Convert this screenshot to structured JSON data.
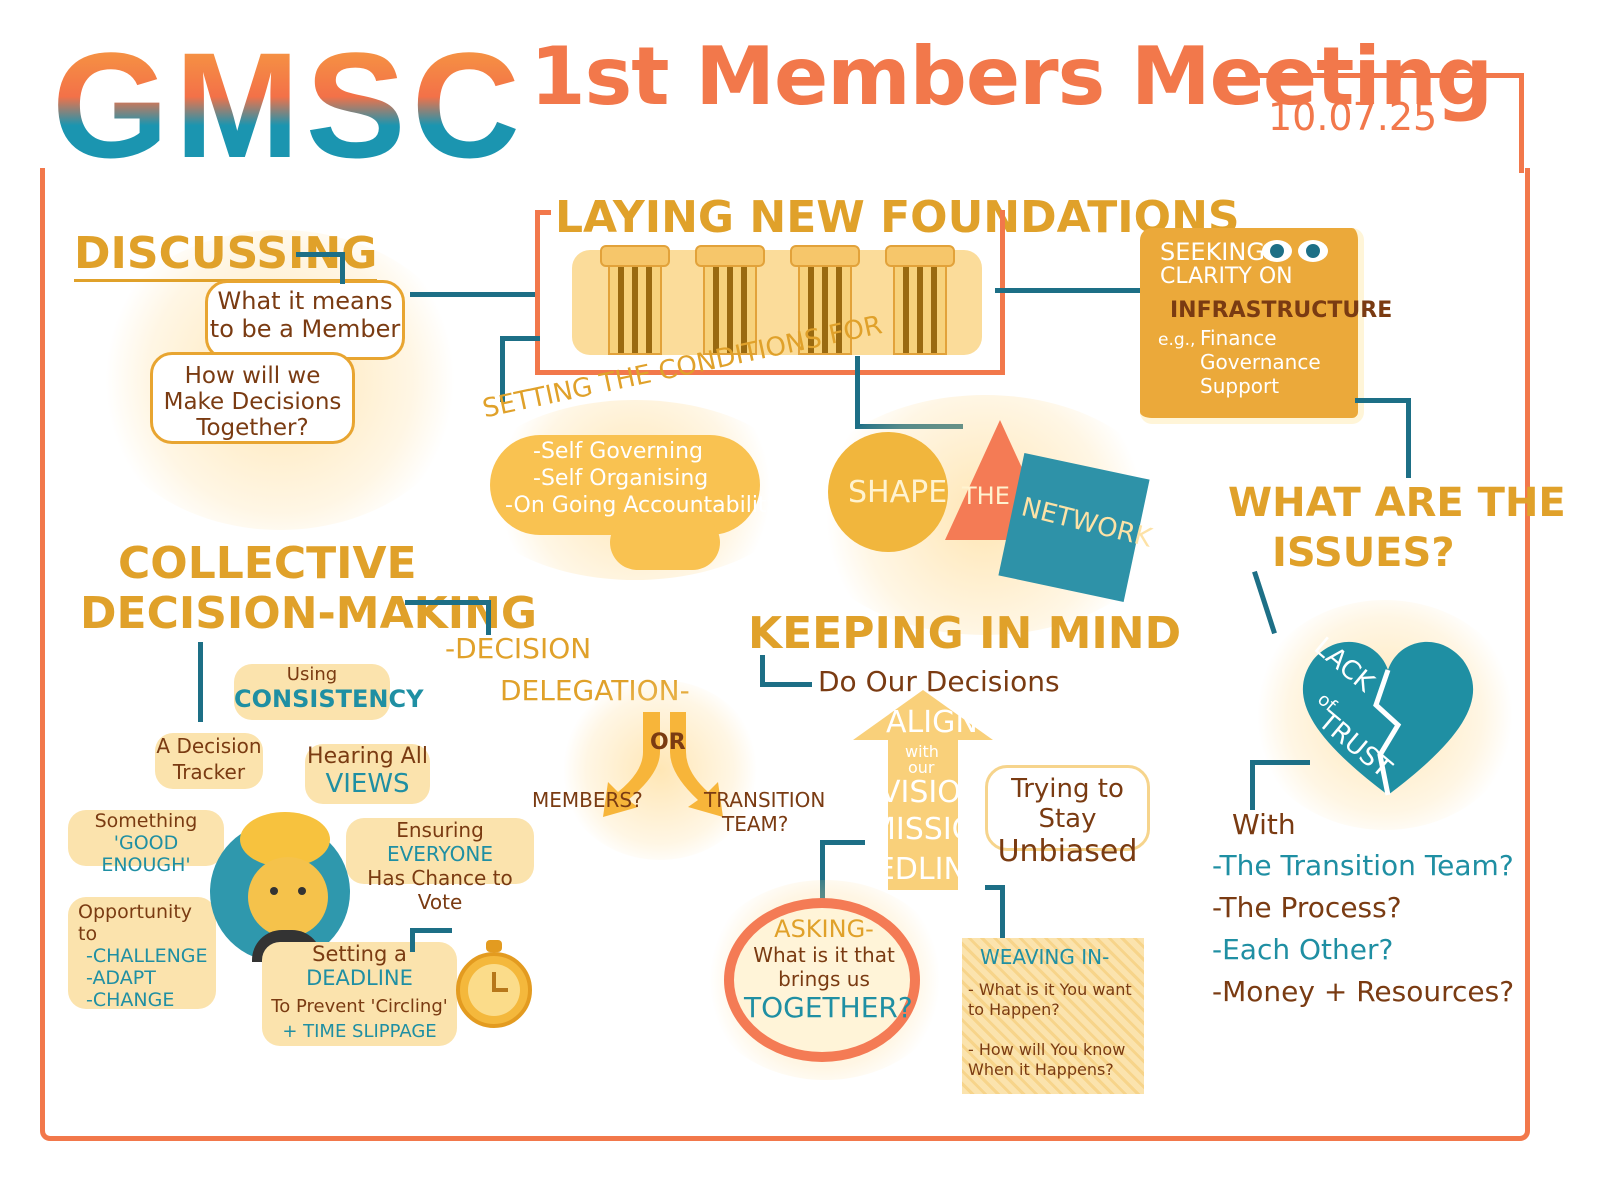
{
  "header": {
    "gmsc": "GMSC",
    "meeting_title": "1st Members Meeting",
    "date": "10.07.25"
  },
  "discussing": {
    "title": "Discussing",
    "bubble1": "What it means to be a Member",
    "bubble2": "How will we Make Decisions Together?"
  },
  "foundations": {
    "title": "Laying New Foundations"
  },
  "conditions": {
    "title": "Setting the Conditions for",
    "items": [
      "-Self Governing",
      "-Self Organising",
      "-On Going Accountability"
    ]
  },
  "seeking": {
    "line1": "Seeking",
    "line2": "Clarity on",
    "line3": "Infrastructure",
    "eg": "e.g.,",
    "items": [
      "Finance",
      "Governance",
      "Support"
    ]
  },
  "shape": {
    "w1": "Shape",
    "w2": "the",
    "w3": "Network"
  },
  "issues": {
    "title1": "What are the",
    "title2": "Issues?",
    "heart1": "Lack",
    "heart2": "of",
    "heart3": "Trust",
    "with": "With",
    "items": [
      "-The Transition Team?",
      "-The Process?",
      "-Each Other?",
      "-Money + Resources?"
    ]
  },
  "collective": {
    "title1": "Collective",
    "title2": "Decision-Making",
    "using": "Using",
    "consistency": "Consistency",
    "tracker": "A Decision Tracker",
    "hearing": "Hearing All",
    "views": "Views",
    "good1": "Something",
    "good2": "'Good Enough'",
    "ensuring1": "Ensuring",
    "ensuring_everyone": "Everyone",
    "ensuring2": "Has Chance to Vote",
    "opportunity": "Opportunity to",
    "opp_items": [
      "-Challenge",
      "-Adapt",
      "-Change"
    ],
    "deadline1": "Setting a",
    "deadline2": "Deadline",
    "deadline3": "To Prevent 'Circling'",
    "deadline4": "+ Time Slippage"
  },
  "delegation": {
    "title1": "-Decision",
    "title2": "Delegation-",
    "or": "or",
    "members": "Members?",
    "transition1": "Transition",
    "transition2": "Team?"
  },
  "keeping": {
    "title": "Keeping in Mind",
    "sub": "Do Our Decisions",
    "align": "Align",
    "with": "with",
    "our": "our",
    "vision": "Vision",
    "mission": "Mission",
    "redlines": "Redlines?",
    "unbiased1": "Trying to Stay",
    "unbiased2": "Unbiased",
    "asking1": "Asking-",
    "asking2": "What is it that brings us",
    "asking3": "Together?",
    "weaving": "Weaving In-",
    "weaving1": "- What is it You want to Happen?",
    "weaving2": "- How will You know When it Happens?"
  },
  "colors": {
    "orange": "#f2784b",
    "gold": "#e0a12a",
    "teal": "#1f8fa3",
    "brown": "#7a3b12"
  }
}
